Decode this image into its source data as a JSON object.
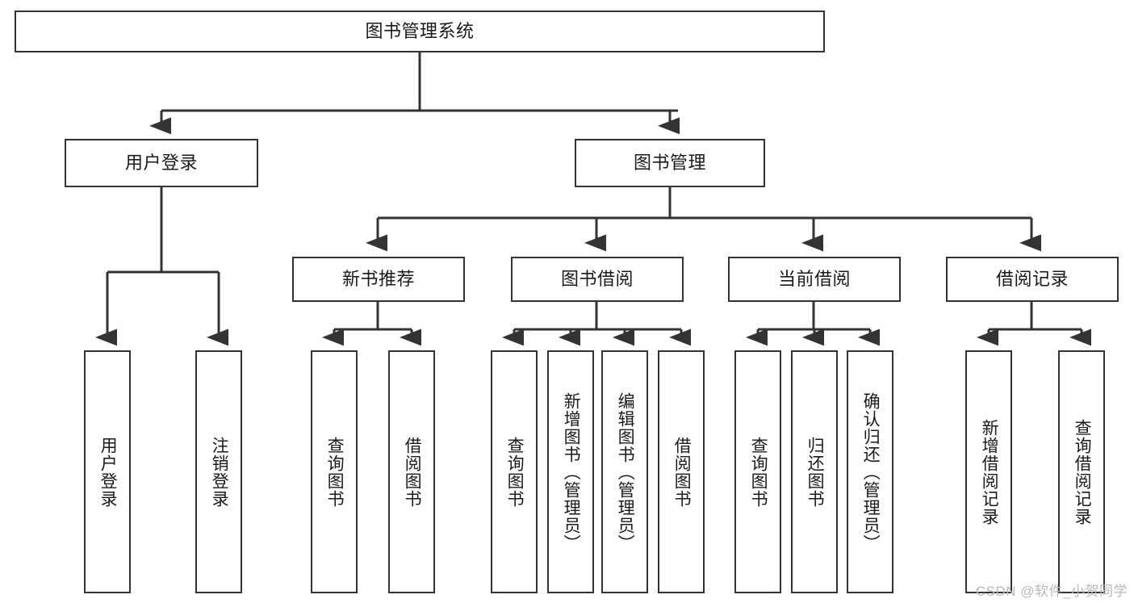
{
  "diagram": {
    "type": "tree-hierarchy-chart",
    "title": "图书管理系统",
    "line_color": "#333333",
    "box_fill": "#ffffff",
    "text_color": "#1a1a1a",
    "watermark": "CSDN @软件_小贺同学",
    "levels": {
      "root": {
        "label": "图书管理系统"
      },
      "level1": [
        {
          "label": "用户登录"
        },
        {
          "label": "图书管理"
        }
      ],
      "level2": [
        {
          "label": "新书推荐",
          "parent": "图书管理"
        },
        {
          "label": "图书借阅",
          "parent": "图书管理"
        },
        {
          "label": "当前借阅",
          "parent": "图书管理"
        },
        {
          "label": "借阅记录",
          "parent": "图书管理"
        }
      ],
      "leaves": [
        {
          "label": "用户登录",
          "parent": "用户登录"
        },
        {
          "label": "注销登录",
          "parent": "用户登录"
        },
        {
          "label": "查询图书",
          "parent": "新书推荐"
        },
        {
          "label": "借阅图书",
          "parent": "新书推荐"
        },
        {
          "label": "查询图书",
          "parent": "图书借阅"
        },
        {
          "label": "新增图书（管理员）",
          "parent": "图书借阅"
        },
        {
          "label": "编辑图书（管理员）",
          "parent": "图书借阅"
        },
        {
          "label": "借阅图书",
          "parent": "图书借阅"
        },
        {
          "label": "查询图书",
          "parent": "当前借阅"
        },
        {
          "label": "归还图书",
          "parent": "当前借阅"
        },
        {
          "label": "确认归还（管理员）",
          "parent": "当前借阅"
        },
        {
          "label": "新增借阅记录",
          "parent": "借阅记录"
        },
        {
          "label": "查询借阅记录",
          "parent": "借阅记录"
        }
      ]
    }
  }
}
